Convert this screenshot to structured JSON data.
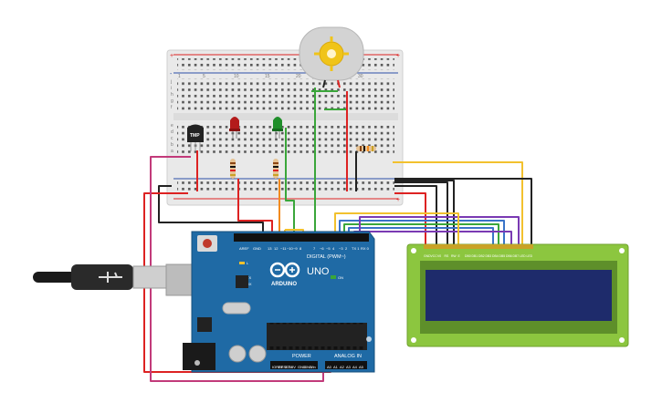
{
  "breadboard": {
    "column_numbers": [
      "1",
      "5",
      "10",
      "15",
      "20",
      "25",
      "30"
    ],
    "row_letters_top": [
      "j",
      "i",
      "h",
      "g",
      "f"
    ],
    "row_letters_bottom": [
      "e",
      "d",
      "c",
      "b",
      "a"
    ],
    "rail_plus": "+",
    "rail_minus": "-"
  },
  "sensor": {
    "label": "TMP"
  },
  "arduino": {
    "logo_text": "ARDUINO",
    "model": "UNO",
    "digital_header_label": "DIGITAL (PWM~)",
    "power_header_label": "POWER",
    "analog_header_label": "ANALOG IN",
    "on_label": "ON",
    "l_label": "L",
    "tx_label": "TX",
    "rx_label": "RX",
    "aref_label": "AREF",
    "gnd_label": "GND",
    "digital_pins": [
      "13",
      "12",
      "~11",
      "~10",
      "~9",
      "8",
      "7",
      "~6",
      "~5",
      "4",
      "~3",
      "2",
      "TX 1",
      "RX 0"
    ],
    "power_pins": [
      "IOREF",
      "RESET",
      "3.3V",
      "5V",
      "GND",
      "GND",
      "Vin"
    ],
    "analog_pins": [
      "A0",
      "A1",
      "A2",
      "A3",
      "A4",
      "A5"
    ]
  },
  "lcd": {
    "pin_labels": [
      "GND",
      "VCC",
      "V0",
      "RS",
      "RW",
      "E",
      "DB0",
      "DB1",
      "DB2",
      "DB3",
      "DB4",
      "DB5",
      "DB6",
      "DB7",
      "LED",
      "LED"
    ]
  },
  "colors": {
    "board_blue": "#1f6aa5",
    "breadboard": "#e6e6e6",
    "lcd_green": "#8cc63f",
    "lcd_screen": "#1e2b6b",
    "wire_red": "#e01e1e",
    "wire_black": "#222222",
    "wire_green": "#3aa63a",
    "wire_yellow": "#f2c12e",
    "wire_orange": "#f28a1e",
    "wire_blue": "#3a74c8",
    "wire_purple": "#7a3ab3",
    "wire_magenta": "#c23a7a"
  }
}
